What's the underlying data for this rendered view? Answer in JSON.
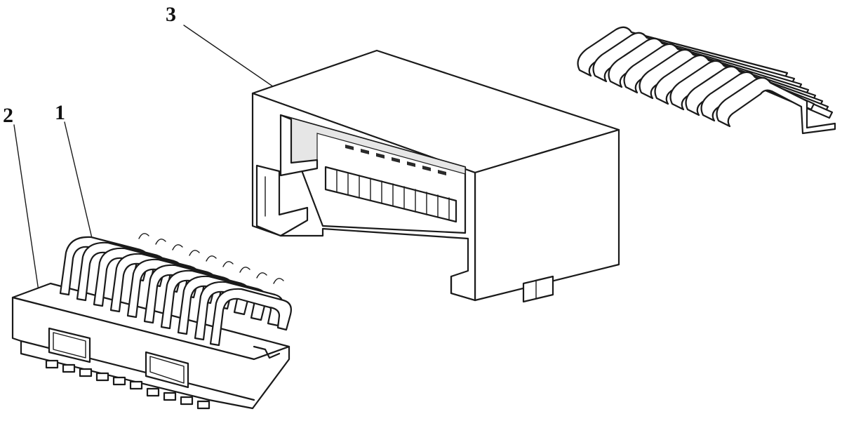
{
  "figure": {
    "callouts": [
      {
        "id": "1",
        "label": "1"
      },
      {
        "id": "2",
        "label": "2"
      },
      {
        "id": "3",
        "label": "3"
      }
    ]
  },
  "colors": {
    "line": "#1a1a1a",
    "background": "#ffffff",
    "shade": "#e6e6e6"
  }
}
